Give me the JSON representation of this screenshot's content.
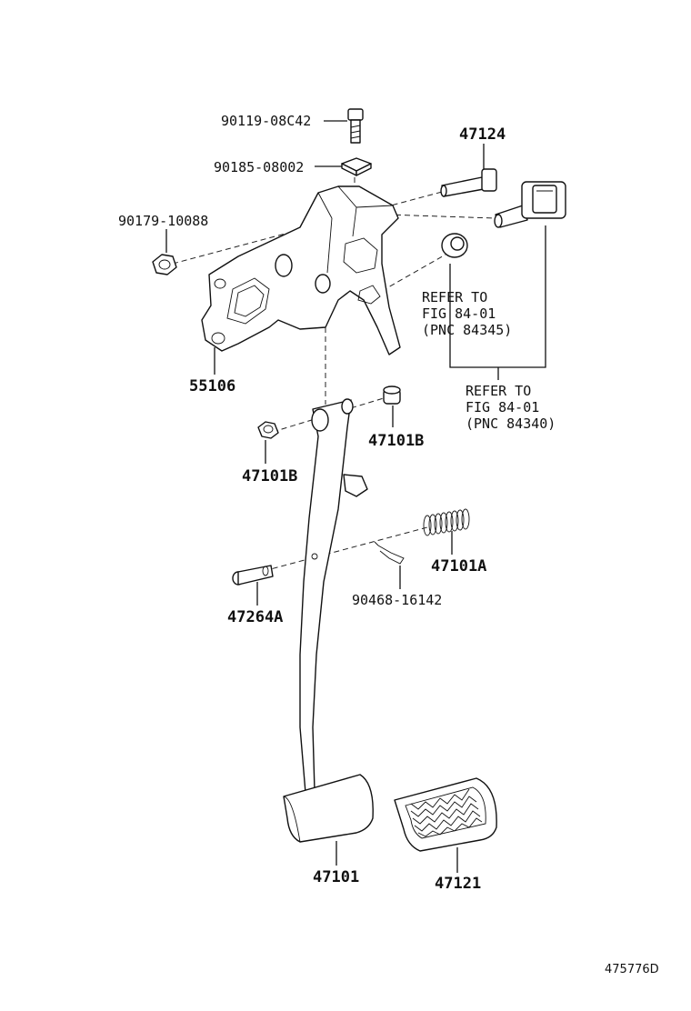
{
  "parts": {
    "p1": "90119-08C42",
    "p2": "90185-08002",
    "p3": "47124",
    "p4": "90179-10088",
    "p5": "55106",
    "p6": "47101B",
    "p7": "47101B",
    "p8": "47101A",
    "p9": "90468-16142",
    "p10": "47264A",
    "p11": "47101",
    "p12": "47121"
  },
  "refs": {
    "ref1": [
      "REFER TO",
      "FIG 84-01",
      "(PNC 84345)"
    ],
    "ref2": [
      "REFER TO",
      "FIG 84-01",
      "(PNC 84340)"
    ]
  },
  "figure_id": "475776D"
}
